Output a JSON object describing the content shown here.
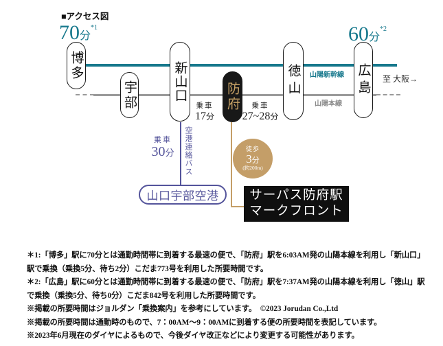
{
  "title": "■アクセス図",
  "colors": {
    "teal": "#16788c",
    "gray_line": "#9a9a9a",
    "purple": "#54549b",
    "gold": "#c49e68",
    "pill_dark": "#181818",
    "pill_text_gold": "#c9a366"
  },
  "header_times": {
    "left": {
      "value": "70",
      "unit": "分",
      "note": "*1"
    },
    "right": {
      "value": "60",
      "unit": "分",
      "note": "*2"
    }
  },
  "stations": {
    "hakata": "博多",
    "ube": "宇部",
    "shinyamaguchi": "新山口",
    "hofu": "防府",
    "tokuyama": "徳山",
    "hiroshima": "広島"
  },
  "line_labels": {
    "shinkansen": "山陽新幹線",
    "main_line": "山陽本線",
    "to_osaka": "至 大阪→"
  },
  "ride_times": {
    "shinyamaguchi_hofu": {
      "prefix": "乗車",
      "value": "17",
      "unit": "分"
    },
    "hofu_tokuyama": {
      "prefix": "乗車",
      "value": "27~28",
      "unit": "分"
    },
    "airport_bus": {
      "prefix": "乗車",
      "value": "30",
      "unit": "分"
    }
  },
  "airport": {
    "bus_line": "空港連絡バス",
    "name": "山口宇部空港"
  },
  "walk_badge": {
    "mode": "徒歩",
    "value": "3",
    "unit": "分",
    "distance": "(約200m)"
  },
  "property": {
    "line1": "サーパス防府駅",
    "line2": "マークフロント"
  },
  "footnotes": [
    "＊1:「博多」駅に70分とは通勤時間帯に到着する最速の便で、「防府」駅を6:03AM発の山陽本線を利用し「新山口」駅で乗換（乗換5分、待ち2分）こだま773号を利用した所要時間です。",
    "＊2:「広島」駅に60分とは通勤時間帯に到着する最速の便で、「防府」駅を7:37AM発の山陽本線を利用し「徳山」駅で乗換（乗換5分、待ち0分）こだま842号を利用した所要時間です。",
    "※掲載の所要時間はジョルダン「乗換案内」を参考にしています。　©2023 Jorudan Co.,Ltd",
    "※掲載の所要時間は通勤時のもので、7：00AM～9：00AMに到着する便の所要時間を表記しています。",
    "※2023年6月現在のダイヤによるもので、今後ダイヤ改正などにより変更する可能性があります。"
  ]
}
